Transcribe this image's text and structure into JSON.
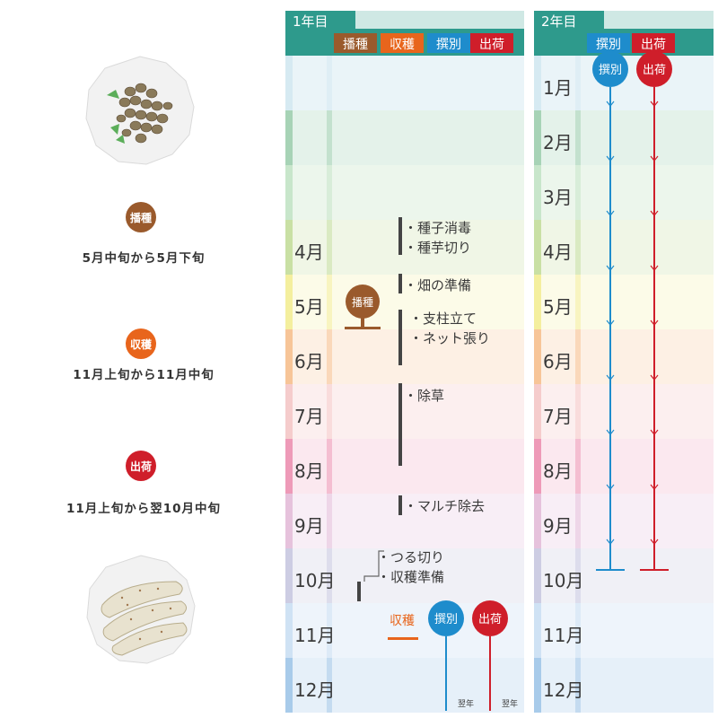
{
  "left_panel": {
    "sowing": {
      "label": "播種",
      "range": "5月中旬から5月下旬",
      "color": "#9a5a2c"
    },
    "harvest": {
      "label": "収穫",
      "range": "11月上旬から11月中旬",
      "color": "#e8651c"
    },
    "shipping": {
      "label": "出荷",
      "range": "11月上旬から翌10月中旬",
      "color": "#cf1e2a"
    }
  },
  "year1": {
    "title": "1年目",
    "headers": [
      {
        "label": "播種",
        "color": "#9a5a2c"
      },
      {
        "label": "収穫",
        "color": "#e8651c"
      },
      {
        "label": "撰別",
        "color": "#1e8ccc"
      },
      {
        "label": "出荷",
        "color": "#cf1e2a"
      }
    ]
  },
  "year2": {
    "title": "2年目",
    "headers": [
      {
        "label": "撰別",
        "color": "#1e8ccc"
      },
      {
        "label": "出荷",
        "color": "#cf1e2a"
      }
    ]
  },
  "months": [
    {
      "label": "1月",
      "bg": "#eaf4f8",
      "stripe": "#d6eaf2"
    },
    {
      "label": "2月",
      "bg": "#e4f2ea",
      "stripe": "#a7d3b6"
    },
    {
      "label": "3月",
      "bg": "#ecf6ec",
      "stripe": "#c8e6cb"
    },
    {
      "label": "4月",
      "bg": "#f0f6e6",
      "stripe": "#c9e0a4"
    },
    {
      "label": "5月",
      "bg": "#fcfbe8",
      "stripe": "#f4ef9e"
    },
    {
      "label": "6月",
      "bg": "#fdf0e4",
      "stripe": "#f7c598"
    },
    {
      "label": "7月",
      "bg": "#fcefef",
      "stripe": "#f5cccc"
    },
    {
      "label": "8月",
      "bg": "#fbe8ef",
      "stripe": "#ee9ab8"
    },
    {
      "label": "9月",
      "bg": "#f8eef6",
      "stripe": "#e6c2dc"
    },
    {
      "label": "10月",
      "bg": "#f0f0f6",
      "stripe": "#cdcde3"
    },
    {
      "label": "11月",
      "bg": "#eef4fb",
      "stripe": "#cfe2f4"
    },
    {
      "label": "12月",
      "bg": "#e6f0f9",
      "stripe": "#a8cbea"
    }
  ],
  "tasks": [
    {
      "label": "・種子消毒"
    },
    {
      "label": "・種芋切り"
    },
    {
      "label": "・畑の準備"
    },
    {
      "label": "・支柱立て"
    },
    {
      "label": "・ネット張り"
    },
    {
      "label": "・除草"
    },
    {
      "label": "・マルチ除去"
    },
    {
      "label": "・つる切り"
    },
    {
      "label": "・収穫準備"
    }
  ],
  "markers": {
    "sowing": "播種",
    "harvest": "収穫",
    "sorting": "撰別",
    "shipping": "出荷",
    "next_year": "翌年"
  },
  "colors": {
    "header_teal": "#2e9a8c",
    "header_light": "#cfe8e4",
    "task_bar": "#444444",
    "sorting": "#1e8ccc",
    "shipping": "#cf1e2a"
  }
}
